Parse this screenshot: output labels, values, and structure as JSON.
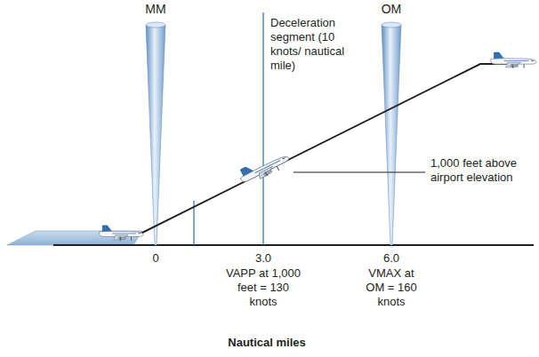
{
  "diagram": {
    "labels": [
      "MM",
      "OM",
      "Deceleration segment (10 knots/ nautical mile)",
      "1,000 feet above airport elevation",
      "0",
      "3.0",
      "VAPP at 1,000 feet = 130 knots",
      "6.0",
      "VMAX at OM = 160 knots",
      "Nautical miles"
    ]
  }
}
